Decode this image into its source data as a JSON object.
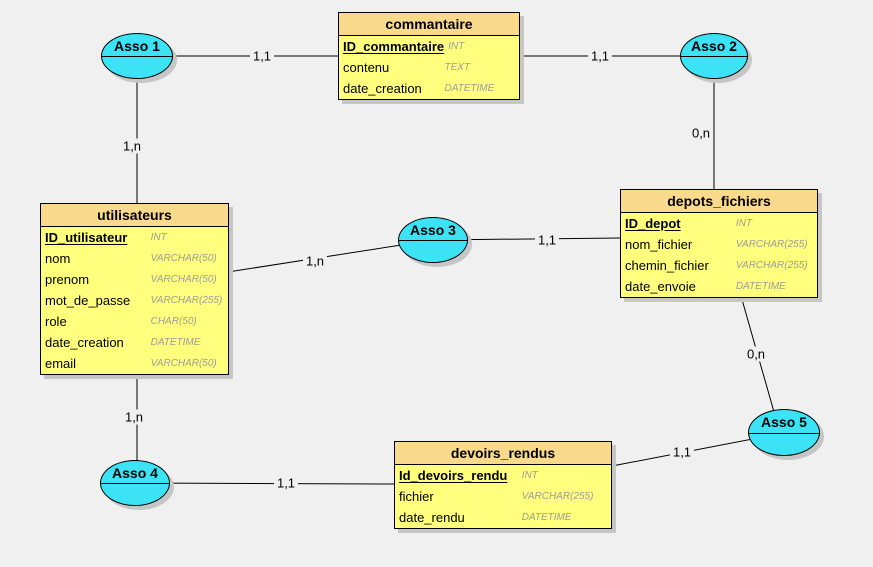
{
  "colors": {
    "background": "#F0F0F0",
    "entity_header": "#F9D98B",
    "entity_body": "#FFFF7D",
    "association_fill": "#3BE3F4",
    "border": "#000000",
    "type_text": "#9C9C9C",
    "shadow": "#C6C6C6"
  },
  "entities": [
    {
      "title": "commantaire",
      "fields": [
        {
          "name": "ID_commantaire",
          "type": "INT",
          "primary_key": true
        },
        {
          "name": "contenu",
          "type": "TEXT",
          "primary_key": false
        },
        {
          "name": "date_creation",
          "type": "DATETIME",
          "primary_key": false
        }
      ]
    },
    {
      "title": "utilisateurs",
      "fields": [
        {
          "name": "ID_utilisateur",
          "type": "INT",
          "primary_key": true
        },
        {
          "name": "nom",
          "type": "VARCHAR(50)",
          "primary_key": false
        },
        {
          "name": "prenom",
          "type": "VARCHAR(50)",
          "primary_key": false
        },
        {
          "name": "mot_de_passe",
          "type": "VARCHAR(255)",
          "primary_key": false
        },
        {
          "name": "role",
          "type": "CHAR(50)",
          "primary_key": false
        },
        {
          "name": "date_creation",
          "type": "DATETIME",
          "primary_key": false
        },
        {
          "name": "email",
          "type": "VARCHAR(50)",
          "primary_key": false
        }
      ]
    },
    {
      "title": "depots_fichiers",
      "fields": [
        {
          "name": "ID_depot",
          "type": "INT",
          "primary_key": true
        },
        {
          "name": "nom_fichier",
          "type": "VARCHAR(255)",
          "primary_key": false
        },
        {
          "name": "chemin_fichier",
          "type": "VARCHAR(255)",
          "primary_key": false
        },
        {
          "name": "date_envoie",
          "type": "DATETIME",
          "primary_key": false
        }
      ]
    },
    {
      "title": "devoirs_rendus",
      "fields": [
        {
          "name": "Id_devoirs_rendu",
          "type": "INT",
          "primary_key": true
        },
        {
          "name": "fichier",
          "type": "VARCHAR(255)",
          "primary_key": false
        },
        {
          "name": "date_rendu",
          "type": "DATETIME",
          "primary_key": false
        }
      ]
    }
  ],
  "associations": [
    {
      "label": "Asso 1"
    },
    {
      "label": "Asso 2"
    },
    {
      "label": "Asso 3"
    },
    {
      "label": "Asso 4"
    },
    {
      "label": "Asso 5"
    }
  ],
  "links": [
    {
      "from": "Asso 1",
      "to": "commantaire",
      "cardinality": "1,1"
    },
    {
      "from": "Asso 1",
      "to": "utilisateurs",
      "cardinality": "1,n"
    },
    {
      "from": "commantaire",
      "to": "Asso 2",
      "cardinality": "1,1"
    },
    {
      "from": "Asso 2",
      "to": "depots_fichiers",
      "cardinality": "0,n"
    },
    {
      "from": "utilisateurs",
      "to": "Asso 3",
      "cardinality": "1,n"
    },
    {
      "from": "Asso 3",
      "to": "depots_fichiers",
      "cardinality": "1,1"
    },
    {
      "from": "utilisateurs",
      "to": "Asso 4",
      "cardinality": "1,n"
    },
    {
      "from": "Asso 4",
      "to": "devoirs_rendus",
      "cardinality": "1,1"
    },
    {
      "from": "depots_fichiers",
      "to": "Asso 5",
      "cardinality": "0,n"
    },
    {
      "from": "Asso 5",
      "to": "devoirs_rendus",
      "cardinality": "1,1"
    }
  ]
}
